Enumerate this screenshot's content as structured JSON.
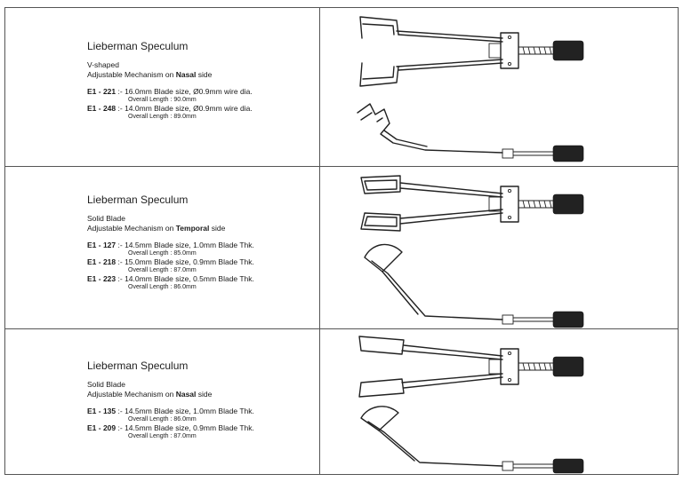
{
  "rows": [
    {
      "title": "Lieberman Speculum",
      "subtitle": "V-shaped",
      "mechanism_prefix": "Adjustable Mechanism on",
      "mechanism_side": "Nasal",
      "mechanism_suffix": "side",
      "specs": [
        {
          "code": "E1 - 221",
          "desc": ":- 16.0mm Blade size, Ø0.9mm wire dia.",
          "overall": "Overall Length : 90.0mm"
        },
        {
          "code": "E1 - 248",
          "desc": ":- 14.0mm Blade size, Ø0.9mm wire dia.",
          "overall": "Overall Length : 89.0mm"
        }
      ],
      "icons": [
        "speculum-top-view-icon",
        "speculum-side-view-icon"
      ]
    },
    {
      "title": "Lieberman Speculum",
      "subtitle": "Solid Blade",
      "mechanism_prefix": "Adjustable Mechanism on",
      "mechanism_side": "Temporal",
      "mechanism_suffix": "side",
      "specs": [
        {
          "code": "E1 - 127",
          "desc": ":- 14.5mm Blade size, 1.0mm Blade Thk.",
          "overall": "Overall Length : 85.0mm"
        },
        {
          "code": "E1 - 218",
          "desc": ":- 15.0mm Blade size, 0.9mm Blade Thk.",
          "overall": "Overall Length : 87.0mm"
        },
        {
          "code": "E1 - 223",
          "desc": ":- 14.0mm Blade size, 0.5mm Blade Thk.",
          "overall": "Overall Length : 86.0mm"
        }
      ],
      "icons": [
        "speculum-top-view-icon",
        "speculum-side-view-icon"
      ]
    },
    {
      "title": "Lieberman Speculum",
      "subtitle": "Solid Blade",
      "mechanism_prefix": "Adjustable Mechanism on",
      "mechanism_side": "Nasal",
      "mechanism_suffix": "side",
      "specs": [
        {
          "code": "E1 - 135",
          "desc": ":- 14.5mm Blade size, 1.0mm Blade Thk.",
          "overall": "Overall Length : 86.0mm"
        },
        {
          "code": "E1 - 209",
          "desc": ":- 14.5mm Blade size, 0.9mm Blade Thk.",
          "overall": "Overall Length : 87.0mm"
        }
      ],
      "icons": [
        "speculum-top-view-icon",
        "speculum-side-view-icon"
      ]
    }
  ]
}
